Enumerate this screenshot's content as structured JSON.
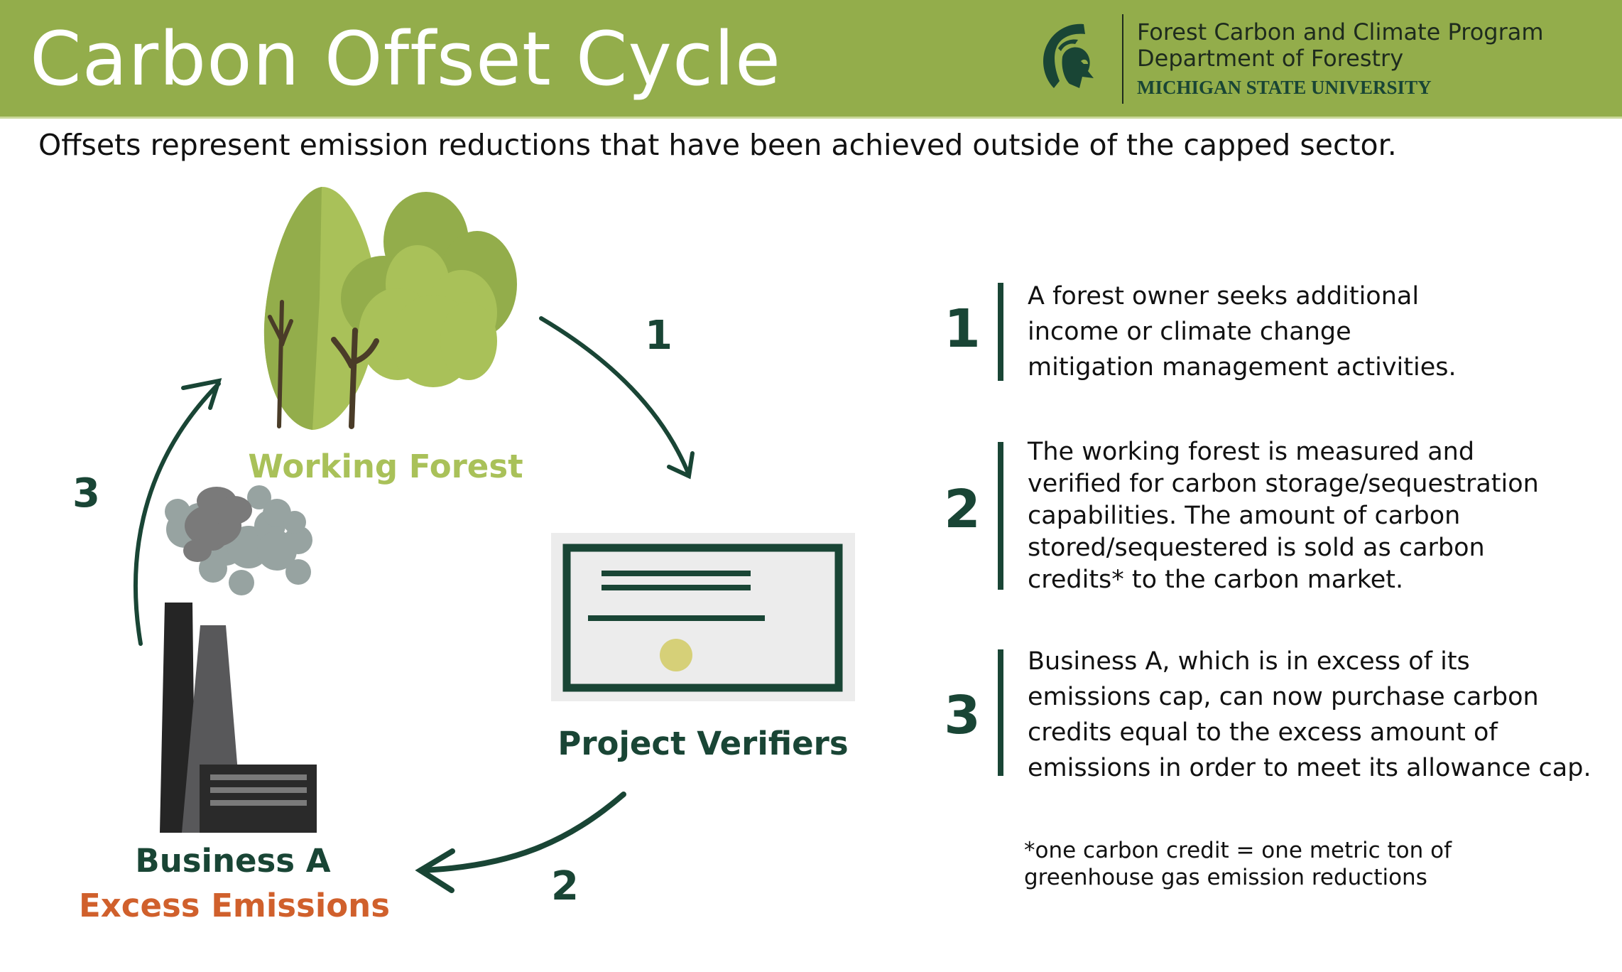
{
  "header": {
    "title": "Carbon Offset Cycle",
    "background_color": "#93AD4B",
    "logo": {
      "icon": "spartan-helmet-icon",
      "line1": "Forest Carbon and Climate Program",
      "line2": "Department of Forestry",
      "line3": "MICHIGAN STATE UNIVERSITY"
    }
  },
  "subtitle": "Offsets represent emission reductions that have been achieved outside of the capped sector.",
  "cycle": {
    "nodes": [
      {
        "id": "forest",
        "label": "Working Forest",
        "icon": "trees-icon",
        "color": "#A9C159"
      },
      {
        "id": "verifiers",
        "label": "Project Verifiers",
        "icon": "certificate-icon",
        "color": "#194535"
      },
      {
        "id": "business",
        "label": "Business A",
        "sublabel": "Excess Emissions",
        "icon": "factory-icon",
        "color": "#194535",
        "sublabel_color": "#D0602C"
      }
    ],
    "arrows": [
      {
        "label": "1",
        "from": "forest",
        "to": "verifiers"
      },
      {
        "label": "2",
        "from": "verifiers",
        "to": "business"
      },
      {
        "label": "3",
        "from": "business",
        "to": "forest"
      }
    ]
  },
  "steps": [
    {
      "number": "1",
      "lines": [
        "A forest owner seeks additional",
        "income or climate change",
        "mitigation management activities."
      ]
    },
    {
      "number": "2",
      "lines": [
        "The working forest is measured and",
        "verified for carbon storage/sequestration",
        "capabilities. The amount of carbon",
        "stored/sequestered is sold as carbon",
        "credits* to the carbon market."
      ]
    },
    {
      "number": "3",
      "lines": [
        "Business A, which is in excess of its",
        "emissions cap, can now purchase carbon",
        "credits equal to the excess amount of",
        "emissions in order to meet its allowance cap."
      ]
    }
  ],
  "footnote": {
    "lines": [
      "*one carbon credit = one metric ton of",
      "greenhouse gas emission reductions"
    ]
  },
  "colors": {
    "dark_green": "#194535",
    "light_green": "#A9C159",
    "mid_green": "#93AD4B",
    "orange": "#D0602C",
    "seal": "#D6D078",
    "certificate_bg": "#ECECEC"
  }
}
